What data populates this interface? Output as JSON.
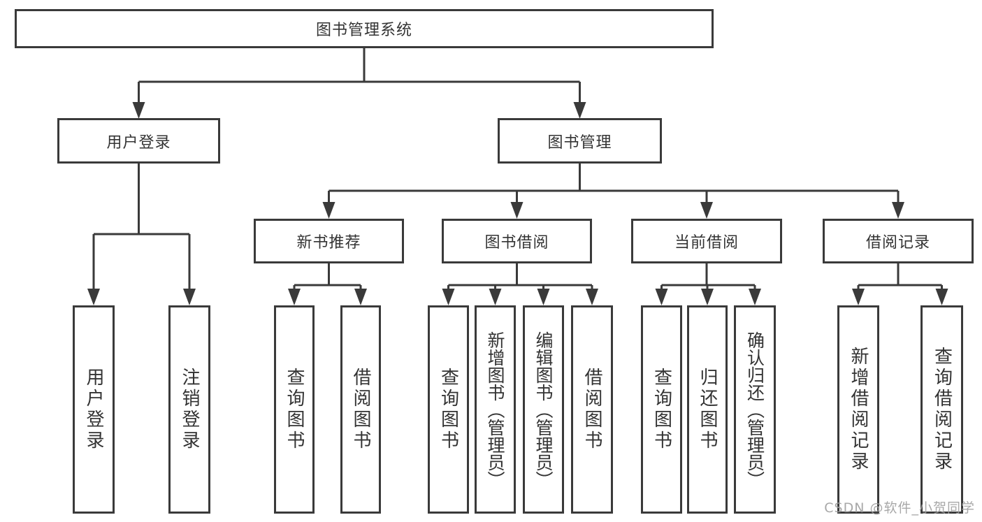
{
  "tree": {
    "root": "图书管理系统",
    "login_branch": {
      "label": "用户登录",
      "children": [
        "用户登录",
        "注销登录"
      ]
    },
    "mgmt_branch": {
      "label": "图书管理",
      "groups": [
        {
          "label": "新书推荐",
          "children": [
            "查询图书",
            "借阅图书"
          ]
        },
        {
          "label": "图书借阅",
          "children": [
            "查询图书",
            "新增图书（管理员）",
            "编辑图书（管理员）",
            "借阅图书"
          ]
        },
        {
          "label": "当前借阅",
          "children": [
            "查询图书",
            "归还图书",
            "确认归还（管理员）"
          ]
        },
        {
          "label": "借阅记录",
          "children": [
            "新增借阅记录",
            "查询借阅记录"
          ]
        }
      ]
    }
  },
  "watermark": {
    "text": "CSDN @软件_小贺同学"
  },
  "colors": {
    "line": "#3a3a3a",
    "text": "#333333",
    "watermark": "#9e9e9e"
  }
}
